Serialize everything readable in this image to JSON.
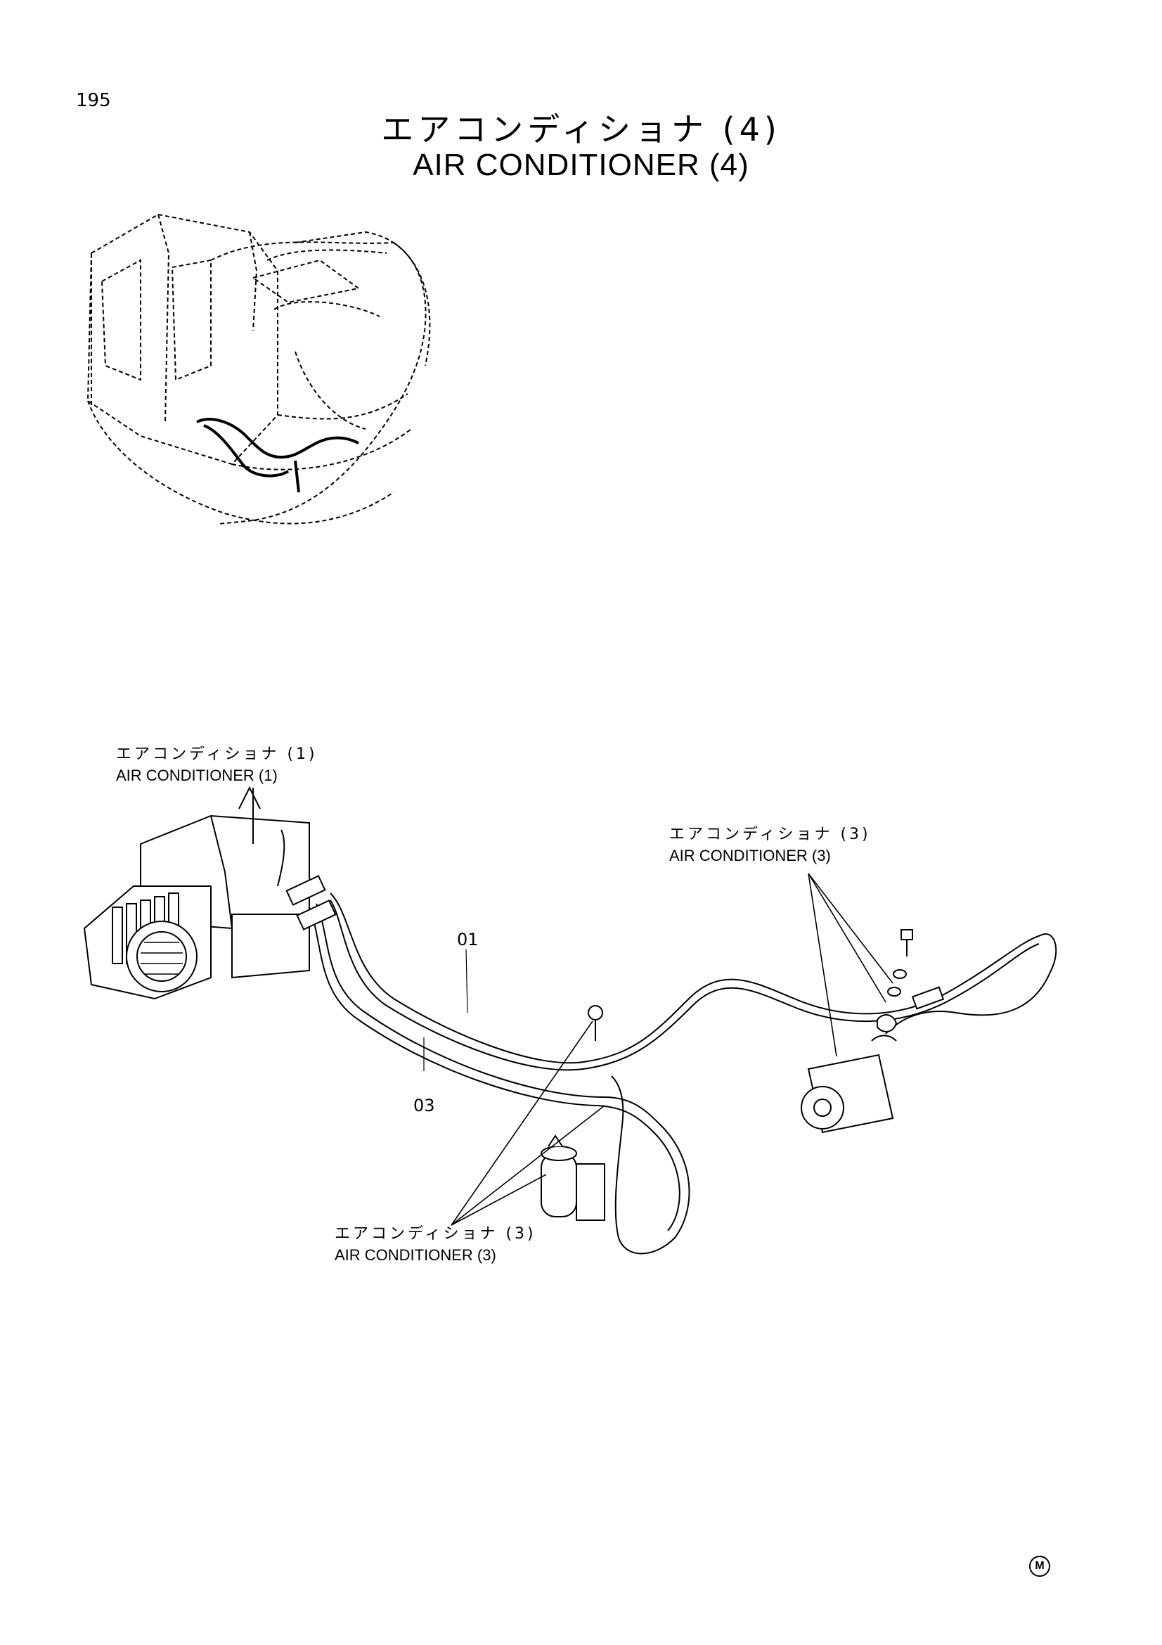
{
  "page": {
    "number": "195",
    "title_jp": "エアコンディショナ (4)",
    "title_en": "AIR CONDITIONER (4)"
  },
  "callouts": {
    "ac1": {
      "jp": "エアコンディショナ (1)",
      "en": "AIR CONDITIONER (1)"
    },
    "ac3_right": {
      "jp": "エアコンディショナ (3)",
      "en": "AIR CONDITIONER (3)"
    },
    "ac3_bottom": {
      "jp": "エアコンディショナ (3)",
      "en": "AIR CONDITIONER (3)"
    }
  },
  "part_numbers": [
    "01",
    "03"
  ],
  "footer": {
    "mark": "M"
  }
}
